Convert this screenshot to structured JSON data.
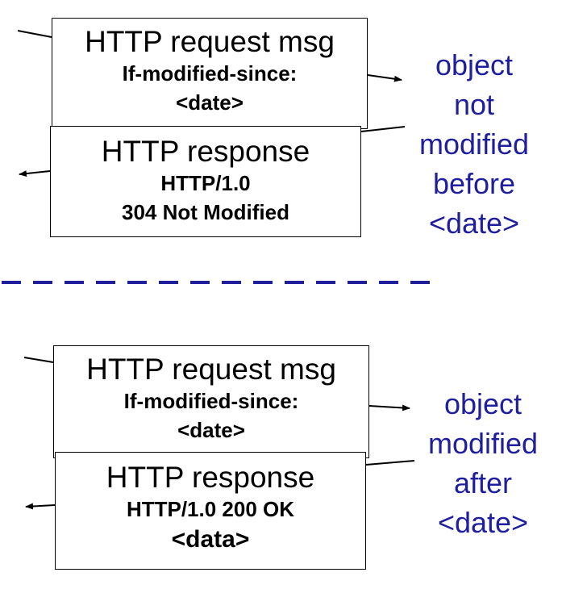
{
  "top": {
    "request": {
      "line1": "HTTP request msg",
      "line2": "If-modified-since:",
      "line3": "<date>"
    },
    "response": {
      "line1": "HTTP response",
      "line2": "HTTP/1.0",
      "line3": "304 Not Modified"
    },
    "note": [
      "object",
      "not",
      "modified",
      "before",
      "<date>"
    ]
  },
  "bottom": {
    "request": {
      "line1": "HTTP request msg",
      "line2": "If-modified-since:",
      "line3": "<date>"
    },
    "response": {
      "line1": "HTTP response",
      "line2": "HTTP/1.0 200 OK",
      "line3": "<data>"
    },
    "note": [
      "object",
      "modified",
      "after",
      "<date>"
    ]
  },
  "colors": {
    "note_text": "#1f1f9e",
    "separator": "#1f1f9e",
    "line": "#000000"
  }
}
